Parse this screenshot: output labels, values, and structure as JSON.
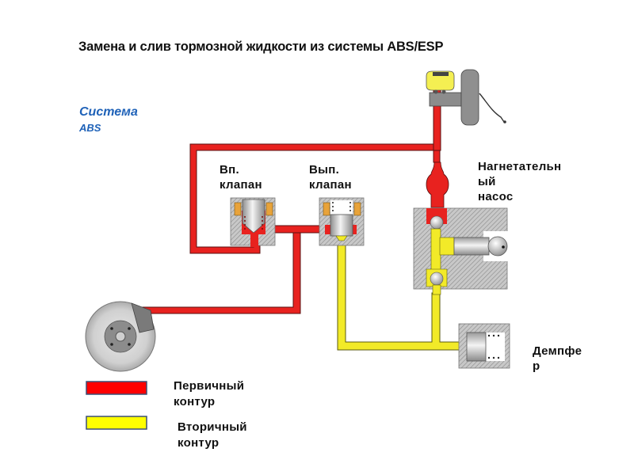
{
  "title": "Замена и слив тормозной жидкости из системы ABS/ESP",
  "system_label": {
    "line1": "Система",
    "line2": "ABS"
  },
  "components": {
    "inlet_valve": {
      "line1": "Вп.",
      "line2": "клапан"
    },
    "outlet_valve": {
      "line1": "Вып.",
      "line2": "клапан"
    },
    "pump": {
      "line1": "Нагнетательн",
      "line2": "ый",
      "line3": "насос"
    },
    "damper": {
      "line1": "Демпфе",
      "line2": "р"
    }
  },
  "legend": [
    {
      "label_line1": "Первичный",
      "label_line2": "контур",
      "color": "#ff0000"
    },
    {
      "label_line1": "Вторичный",
      "label_line2": "контур",
      "color": "#ffff00"
    }
  ],
  "colors": {
    "primary_circuit": "#e8221f",
    "secondary_circuit": "#f2ea28",
    "housing": "#b3b3b3",
    "system_label": "#1f62b8"
  }
}
